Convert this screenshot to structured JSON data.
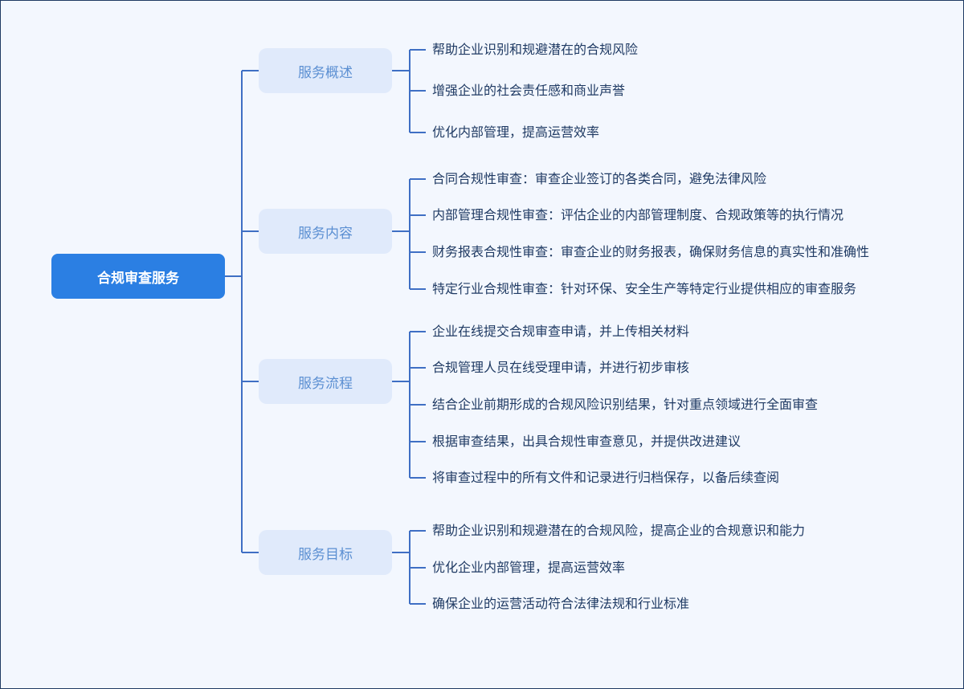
{
  "root": {
    "label": "合规审查服务"
  },
  "colors": {
    "root_fill": "#2b7fe3",
    "branch_fill": "#e0eafb",
    "branch_text": "#5b8fd2",
    "line": "#3f6fc4",
    "leaf_text": "#1f3a63",
    "background": "#f3f7fe"
  },
  "branches": [
    {
      "label": "服务概述",
      "items": [
        "帮助企业识别和规避潜在的合规风险",
        "增强企业的社会责任感和商业声誉",
        "优化内部管理，提高运营效率"
      ]
    },
    {
      "label": "服务内容",
      "items": [
        "合同合规性审查：审查企业签订的各类合同，避免法律风险",
        "内部管理合规性审查：评估企业的内部管理制度、合规政策等的执行情况",
        "财务报表合规性审查：审查企业的财务报表，确保财务信息的真实性和准确性",
        "特定行业合规性审查：针对环保、安全生产等特定行业提供相应的审查服务"
      ]
    },
    {
      "label": "服务流程",
      "items": [
        "企业在线提交合规审查申请，并上传相关材料",
        "合规管理人员在线受理申请，并进行初步审核",
        "结合企业前期形成的合规风险识别结果，针对重点领域进行全面审查",
        "根据审查结果，出具合规性审查意见，并提供改进建议",
        "将审查过程中的所有文件和记录进行归档保存，以备后续查阅"
      ]
    },
    {
      "label": "服务目标",
      "items": [
        "帮助企业识别和规避潜在的合规风险，提高企业的合规意识和能力",
        "优化企业内部管理，提高运营效率",
        "确保企业的运营活动符合法律法规和行业标准"
      ]
    }
  ]
}
